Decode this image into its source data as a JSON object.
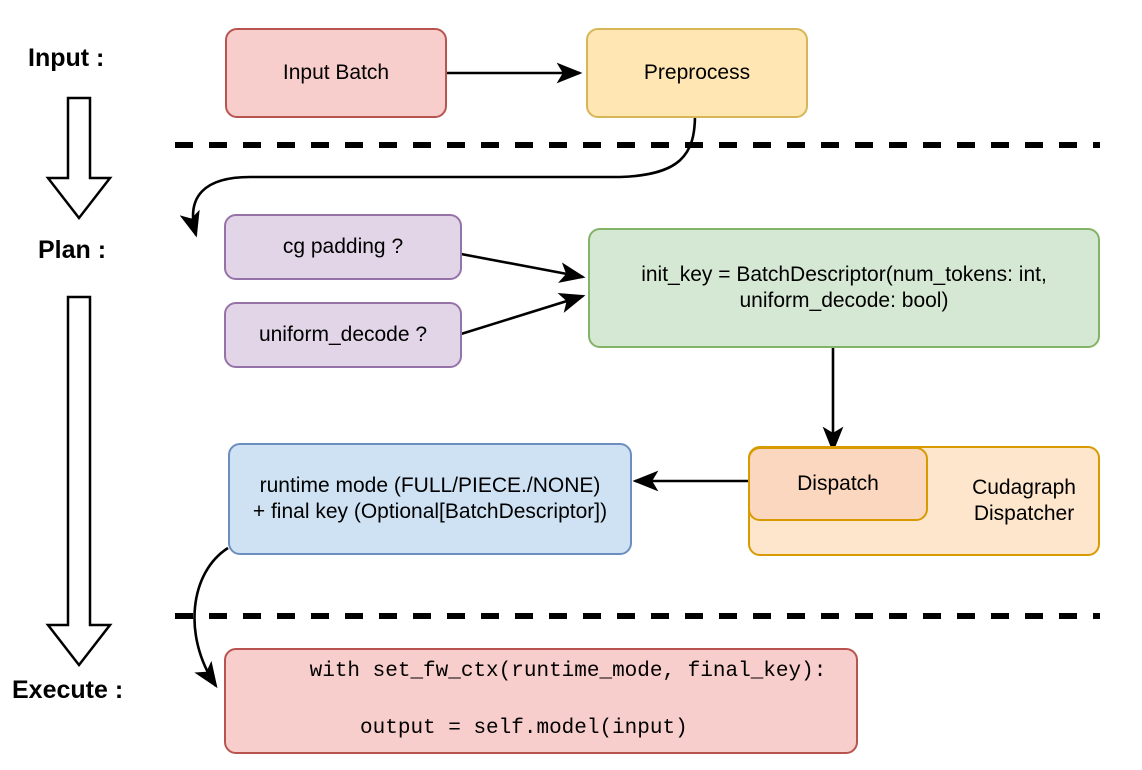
{
  "diagram": {
    "title": "vLLM cudagraph dispatch pipeline",
    "background": "#ffffff",
    "stage_labels": [
      {
        "id": "input",
        "text": "Input :"
      },
      {
        "id": "plan",
        "text": "Plan :"
      },
      {
        "id": "execute",
        "text": "Execute :"
      }
    ],
    "separators": [
      {
        "id": "input-plan-divider",
        "style": "dashed"
      },
      {
        "id": "plan-execute-divider",
        "style": "dashed"
      }
    ],
    "big_arrows": [
      {
        "id": "input-to-plan-arrow",
        "direction": "down"
      },
      {
        "id": "plan-to-execute-arrow",
        "direction": "down"
      }
    ],
    "nodes": [
      {
        "id": "input-batch",
        "label": "Input Batch",
        "fill": "#f8cecc",
        "stroke": "#b85450"
      },
      {
        "id": "preprocess",
        "label": "Preprocess",
        "fill": "#ffe6b3",
        "stroke": "#d6b656"
      },
      {
        "id": "cg-padding",
        "label": "cg padding ?",
        "fill": "#e1d5e7",
        "stroke": "#9673a6"
      },
      {
        "id": "uniform-decode",
        "label": "uniform_decode ?",
        "fill": "#e1d5e7",
        "stroke": "#9673a6"
      },
      {
        "id": "init-key",
        "label_line1": "init_key = BatchDescriptor(num_tokens: int,",
        "label_line2": "uniform_decode: bool)",
        "fill": "#d5e8d4",
        "stroke": "#82b366"
      },
      {
        "id": "cudagraph-dispatcher",
        "label_line1": "Cudagraph",
        "label_line2": "Dispatcher",
        "fill": "#fde6cc",
        "stroke": "#d79b00"
      },
      {
        "id": "dispatch",
        "label": "Dispatch",
        "fill": "#fad7be",
        "stroke": "#d79b00"
      },
      {
        "id": "runtime-mode",
        "label_line1": "runtime mode (FULL/PIECE./NONE)",
        "label_line2": "+ final key (Optional[BatchDescriptor])",
        "fill": "#cfe2f3",
        "stroke": "#6c8ebf"
      },
      {
        "id": "execute-code",
        "code_line1": "with set_fw_ctx(runtime_mode, final_key):",
        "code_line2": "    output = self.model(input)",
        "fill": "#f8cecc",
        "stroke": "#b85450"
      }
    ],
    "edges": [
      {
        "id": "input-batch-to-preprocess",
        "from": "input-batch",
        "to": "preprocess"
      },
      {
        "id": "preprocess-to-cg-padding",
        "from": "preprocess",
        "to": "cg-padding"
      },
      {
        "id": "cg-padding-to-init-key",
        "from": "cg-padding",
        "to": "init-key"
      },
      {
        "id": "uniform-decode-to-init-key",
        "from": "uniform-decode",
        "to": "init-key"
      },
      {
        "id": "init-key-to-dispatch",
        "from": "init-key",
        "to": "dispatch"
      },
      {
        "id": "dispatch-to-runtime-mode",
        "from": "dispatch",
        "to": "runtime-mode"
      },
      {
        "id": "runtime-mode-to-execute-code",
        "from": "runtime-mode",
        "to": "execute-code"
      }
    ]
  }
}
